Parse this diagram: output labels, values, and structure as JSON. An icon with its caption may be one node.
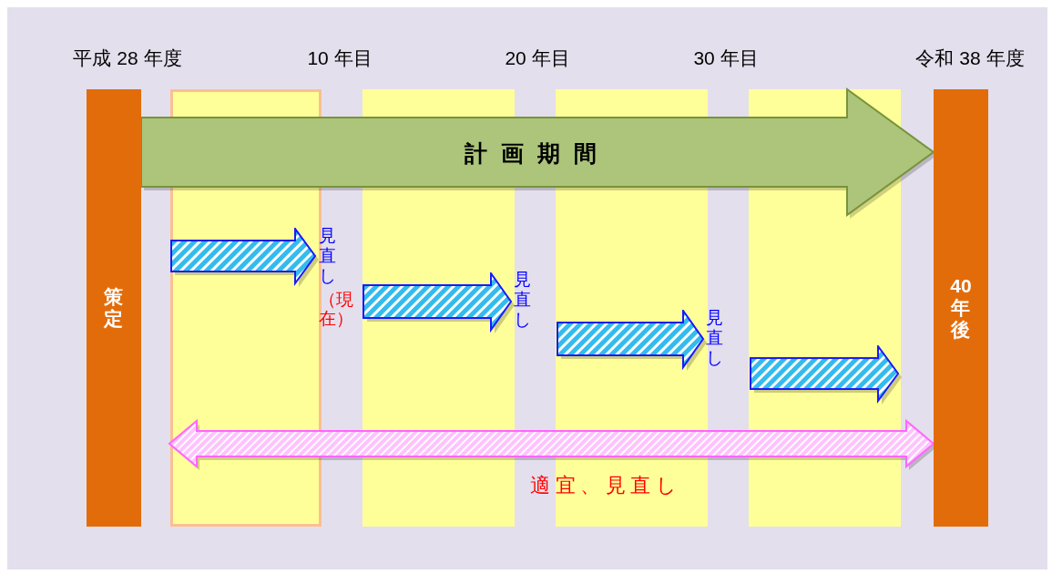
{
  "diagram": {
    "nodes": [
      {
        "text": [
          "策定"
        ]
      },
      {
        "text": [
          "40年後"
        ]
      },
      {
        "text": [],
        "shape": "arrow",
        "beside": [
          "見直し",
          "（現在）"
        ]
      },
      {
        "text": [],
        "shape": "arrow",
        "beside": [
          "見直し"
        ]
      },
      {
        "text": [],
        "shape": "arrow",
        "beside": [
          "見直し"
        ]
      },
      {
        "text": [],
        "shape": "arrow"
      }
    ],
    "edges": [
      {
        "from": 0,
        "to": 1,
        "arrow": "to",
        "label": "計画期間",
        "style": "thick",
        "color": "#acc57a"
      },
      {
        "from": null,
        "to": 1,
        "arrow": "both",
        "label": "適宜、見直し",
        "color": "#ff66ff"
      }
    ],
    "labels": [
      "平成 28 年度",
      "10 年目",
      "20 年目",
      "30 年目",
      "令和 38 年度"
    ]
  }
}
